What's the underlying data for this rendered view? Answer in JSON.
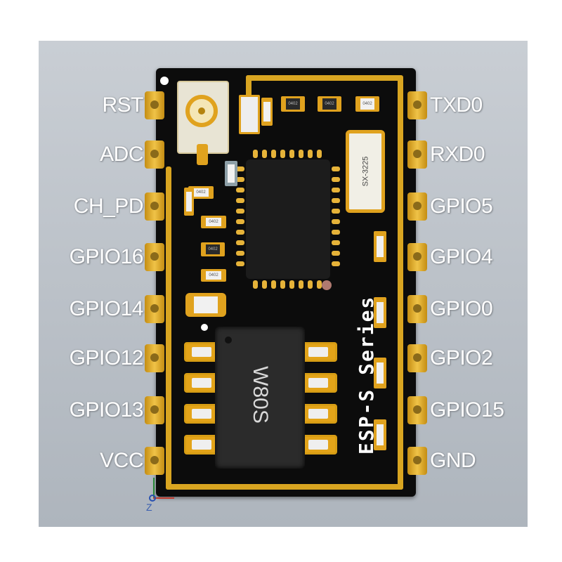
{
  "pins_left": [
    "RST",
    "ADC",
    "CH_PD",
    "GPIO16",
    "GPIO14",
    "GPIO12",
    "GPIO13",
    "VCC"
  ],
  "pins_right": [
    "TXD0",
    "RXD0",
    "GPIO5",
    "GPIO4",
    "GPIO0",
    "GPIO2",
    "GPIO15",
    "GND"
  ],
  "board": {
    "series_text": "ESP-S Series",
    "flash_chip_text": "W80S",
    "crystal_text": "SX-3225",
    "axis_label": "Z"
  },
  "colors": {
    "pcb": "#0c0c0c",
    "gold": "#d9a521",
    "background": "#b9bfc6",
    "label": "#ffffff"
  }
}
